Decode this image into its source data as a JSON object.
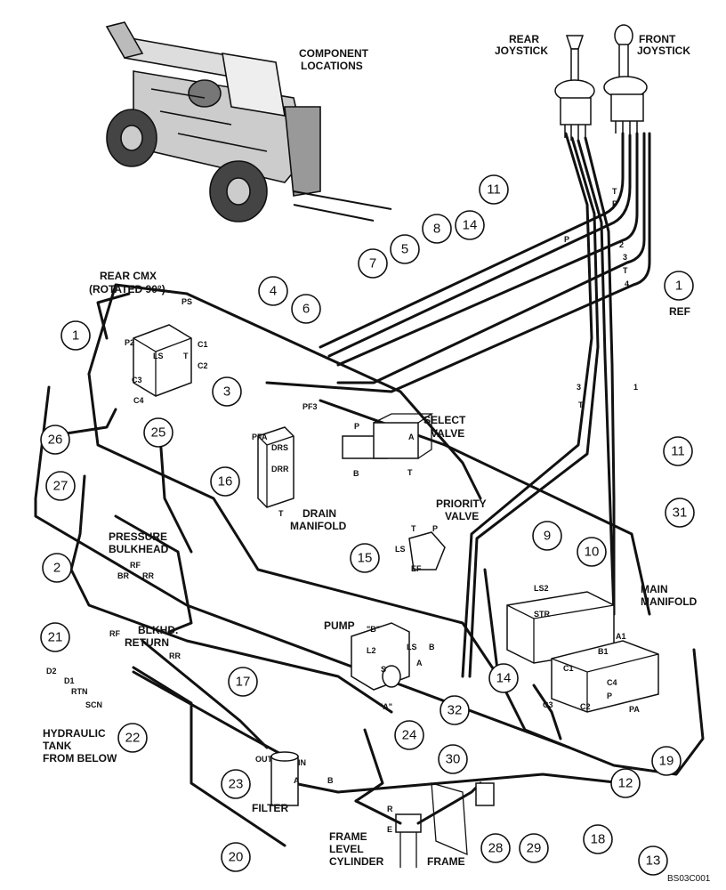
{
  "labels": {
    "component_locations": [
      "COMPONENT",
      "LOCATIONS"
    ],
    "rear_joystick": [
      "REAR",
      "JOYSTICK"
    ],
    "front_joystick": [
      "FRONT",
      "JOYSTICK"
    ],
    "rear_cmx": [
      "REAR CMX",
      "(ROTATED 90°)"
    ],
    "select_valve": [
      "SELECT",
      "VALVE"
    ],
    "drain_manifold": [
      "DRAIN",
      "MANIFOLD"
    ],
    "priority_valve": [
      "PRIORITY",
      "VALVE"
    ],
    "pressure_bulkhead": [
      "PRESSURE",
      "BULKHEAD"
    ],
    "main_manifold": [
      "MAIN",
      "MANIFOLD"
    ],
    "bulkhead_return": [
      "BLKHD.",
      "RETURN"
    ],
    "pump": "PUMP",
    "hydraulic_tank": [
      "HYDRAULIC",
      "TANK",
      "FROM BELOW"
    ],
    "filter": "FILTER",
    "frame_level_cylinder": [
      "FRAME",
      "LEVEL",
      "CYLINDER"
    ],
    "frame": "FRAME",
    "ref": "REF",
    "figure_code": "BS03C001"
  },
  "port_labels": [
    "P",
    "T",
    "P",
    "2",
    "3",
    "T",
    "4",
    "3",
    "1",
    "T",
    "PS",
    "P2",
    "LS",
    "T",
    "C1",
    "C2",
    "C3",
    "C4",
    "PF3",
    "PFA",
    "DRS",
    "DRR",
    "T",
    "P",
    "A",
    "B",
    "T",
    "T",
    "P",
    "LS",
    "EF",
    "LS2",
    "STR",
    "A1",
    "B1",
    "C1",
    "C4",
    "C3",
    "C2",
    "P",
    "PA",
    "RF",
    "BR",
    "RR",
    "RF",
    "RR",
    "D2",
    "D1",
    "RTN",
    "SCN",
    "\"B\"",
    "\"A\"",
    "L2",
    "LS",
    "B",
    "S",
    "A",
    "OUT",
    "IN",
    "A",
    "B",
    "R",
    "E"
  ],
  "callouts": [
    "1",
    "1",
    "2",
    "3",
    "4",
    "5",
    "6",
    "7",
    "8",
    "9",
    "10",
    "11",
    "11",
    "12",
    "13",
    "14",
    "14",
    "15",
    "16",
    "17",
    "18",
    "19",
    "20",
    "21",
    "22",
    "23",
    "24",
    "25",
    "26",
    "27",
    "28",
    "29",
    "30",
    "31",
    "32"
  ]
}
